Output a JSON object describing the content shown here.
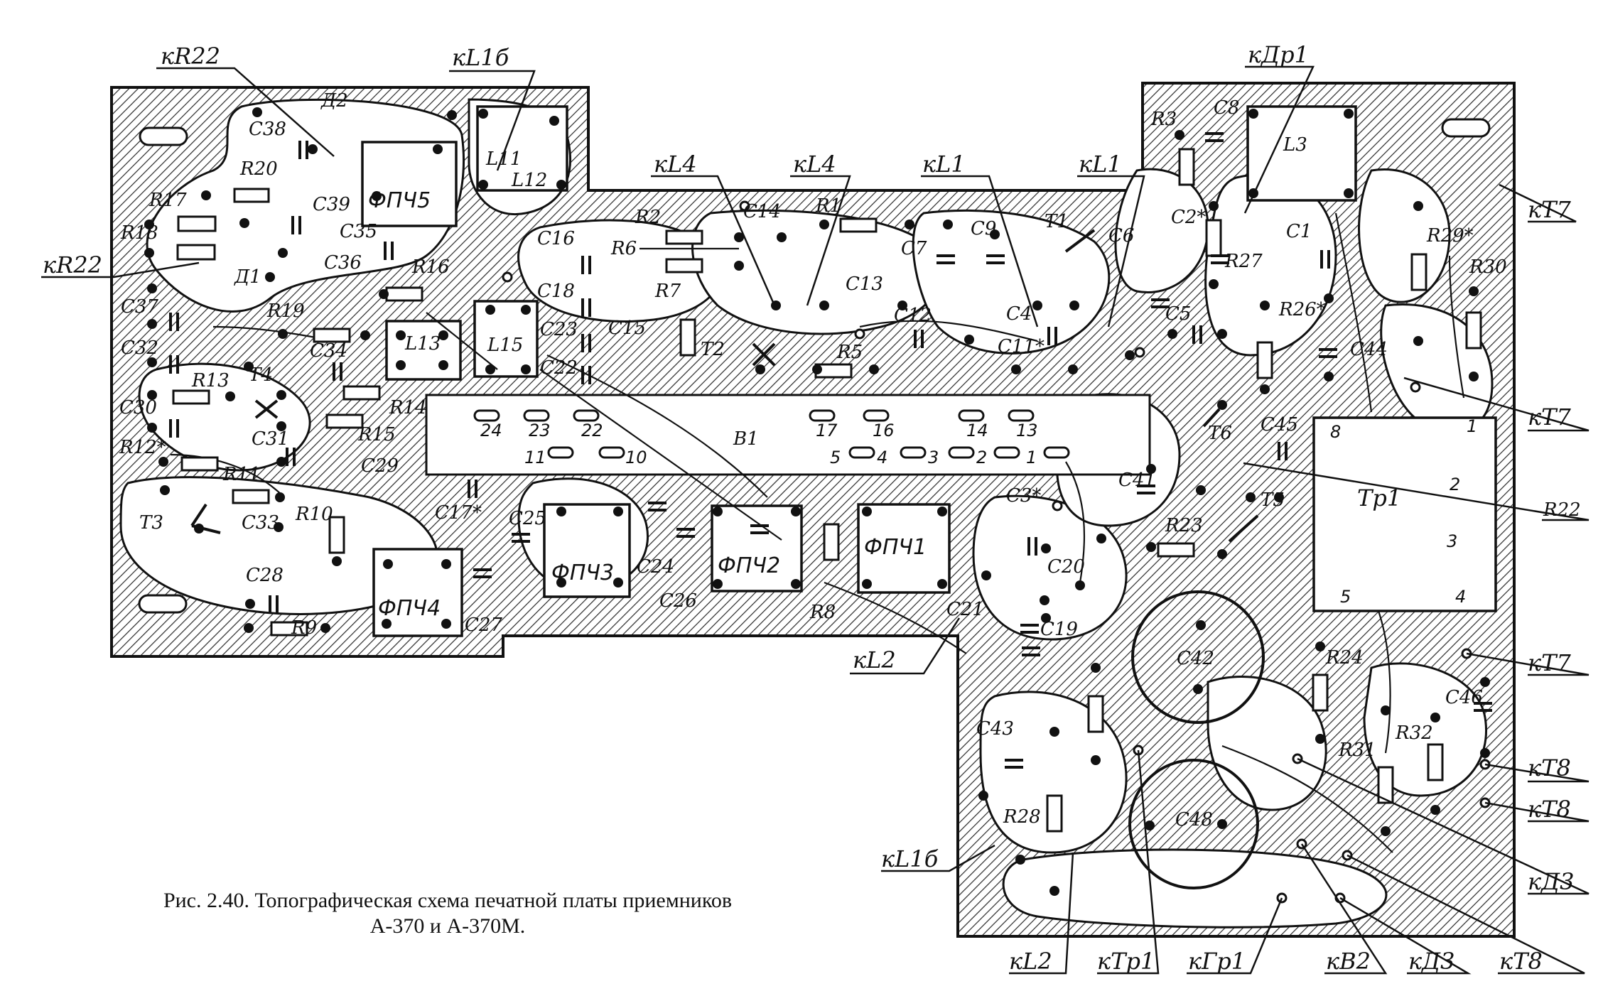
{
  "caption": {
    "line1": "Рис. 2.40. Топографическая схема печатной платы приемников",
    "line2": "А-370 и А-370М."
  },
  "ext_labels": [
    "кR22",
    "кL1б",
    "кДр1",
    "кL4",
    "кL4",
    "кL1",
    "кL1",
    "кR22",
    "кT7",
    "кT7",
    "R22",
    "кL2",
    "кT7",
    "кT8",
    "кT8",
    "кL1б",
    "кД3",
    "кL2",
    "кTр1",
    "кГр1",
    "кB2",
    "кД3",
    "кT8"
  ],
  "modules": [
    "ФПЧ5",
    "ФПЧ4",
    "ФПЧ3",
    "ФПЧ2",
    "ФПЧ1",
    "L13",
    "L15",
    "L11",
    "L12",
    "L3",
    "Tр1"
  ],
  "parts": [
    "C38",
    "Д2",
    "R20",
    "C39",
    "R17",
    "C35",
    "R18",
    "Д1",
    "C36",
    "R16",
    "C37",
    "C32",
    "R19",
    "C34",
    "R13",
    "T4",
    "C30",
    "C31",
    "R14",
    "R12*",
    "C29",
    "R11",
    "R15",
    "C33",
    "R10",
    "T3",
    "C28",
    "R9",
    "C27",
    "C17*",
    "C25",
    "C24",
    "C26",
    "R8",
    "C16",
    "C18",
    "C23",
    "C22",
    "C15",
    "R2",
    "R6",
    "R7",
    "T2",
    "C14",
    "R1",
    "C13",
    "R5",
    "C7",
    "C9",
    "T1",
    "C6",
    "C12",
    "C4",
    "C11*",
    "C8",
    "R3",
    "C2*",
    "C1",
    "R27",
    "C5",
    "R26*",
    "C44",
    "T6",
    "C45",
    "R29*",
    "R30",
    "C41",
    "R23",
    "T5",
    "C3*",
    "C20",
    "C21",
    "C19",
    "C42",
    "R24",
    "C46",
    "R31",
    "R32",
    "C43",
    "C48",
    "R28",
    "B1"
  ],
  "switch_pins": [
    "24",
    "23",
    "22",
    "11",
    "10",
    "17",
    "16",
    "14",
    "13",
    "5",
    "4",
    "3",
    "2",
    "1"
  ],
  "transformer_pins": [
    "8",
    "1",
    "2",
    "3",
    "5",
    "4"
  ]
}
